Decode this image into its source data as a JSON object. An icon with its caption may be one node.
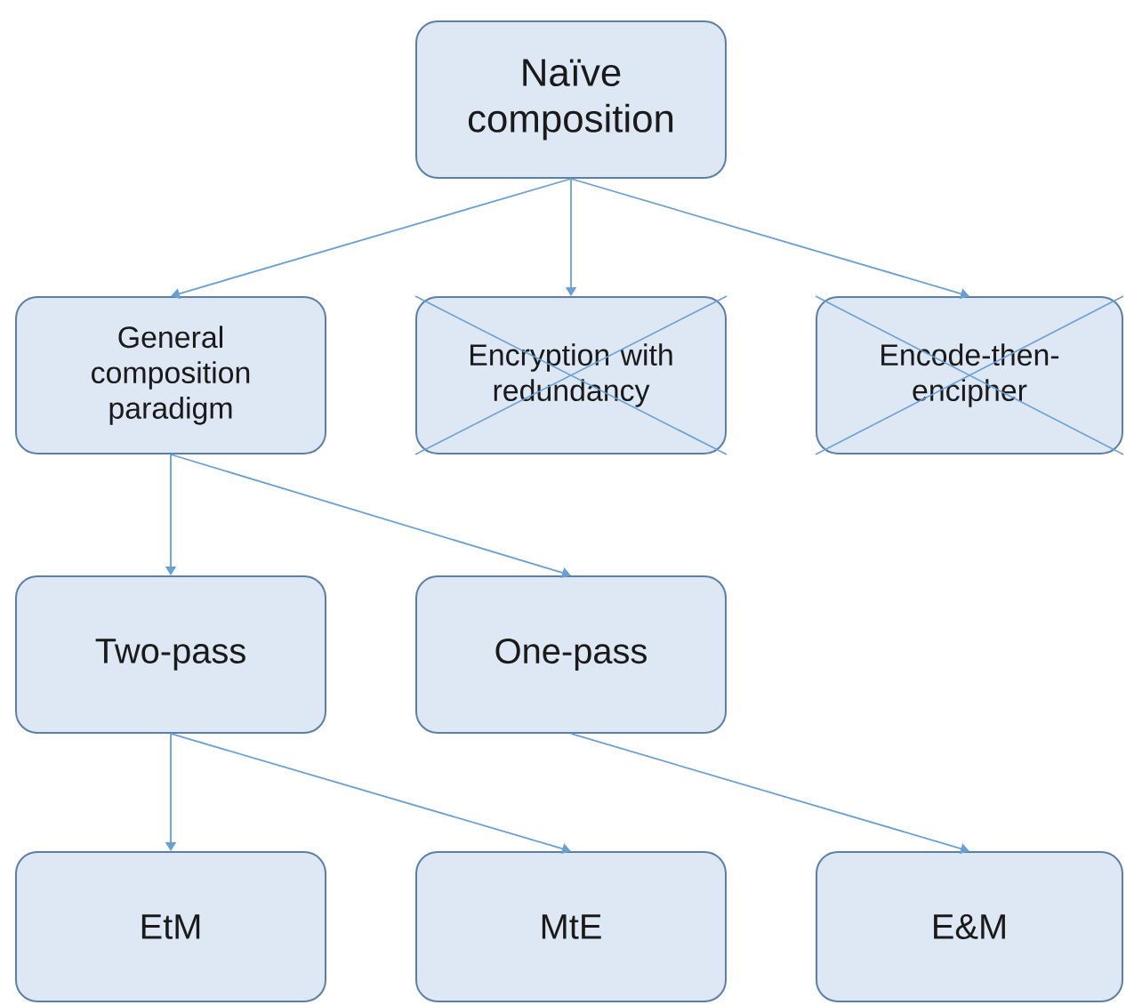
{
  "diagram": {
    "nodes": [
      {
        "text": [
          "Naïve composition"
        ]
      },
      {
        "text": [
          "General composition paradigm"
        ]
      },
      {
        "text": [
          "Encryption with redundancy"
        ]
      },
      {
        "text": [
          "Encode-then-encipher"
        ]
      },
      {
        "text": [
          "Two-pass"
        ]
      },
      {
        "text": [
          "One-pass"
        ]
      },
      {
        "text": [
          "EtM"
        ]
      },
      {
        "text": [
          "MtE"
        ]
      },
      {
        "text": [
          "E&M"
        ]
      }
    ],
    "edges": [
      {
        "from": 0,
        "to": 1,
        "arrow": "to"
      },
      {
        "from": 0,
        "to": 2,
        "arrow": "to"
      },
      {
        "from": 0,
        "to": 3,
        "arrow": "to"
      },
      {
        "from": 1,
        "to": 4,
        "arrow": "to"
      },
      {
        "from": 1,
        "to": 5,
        "arrow": "to"
      },
      {
        "from": 4,
        "to": 6,
        "arrow": "to"
      },
      {
        "from": 4,
        "to": 7,
        "arrow": "to"
      },
      {
        "from": 5,
        "to": 8,
        "arrow": "to"
      }
    ]
  }
}
